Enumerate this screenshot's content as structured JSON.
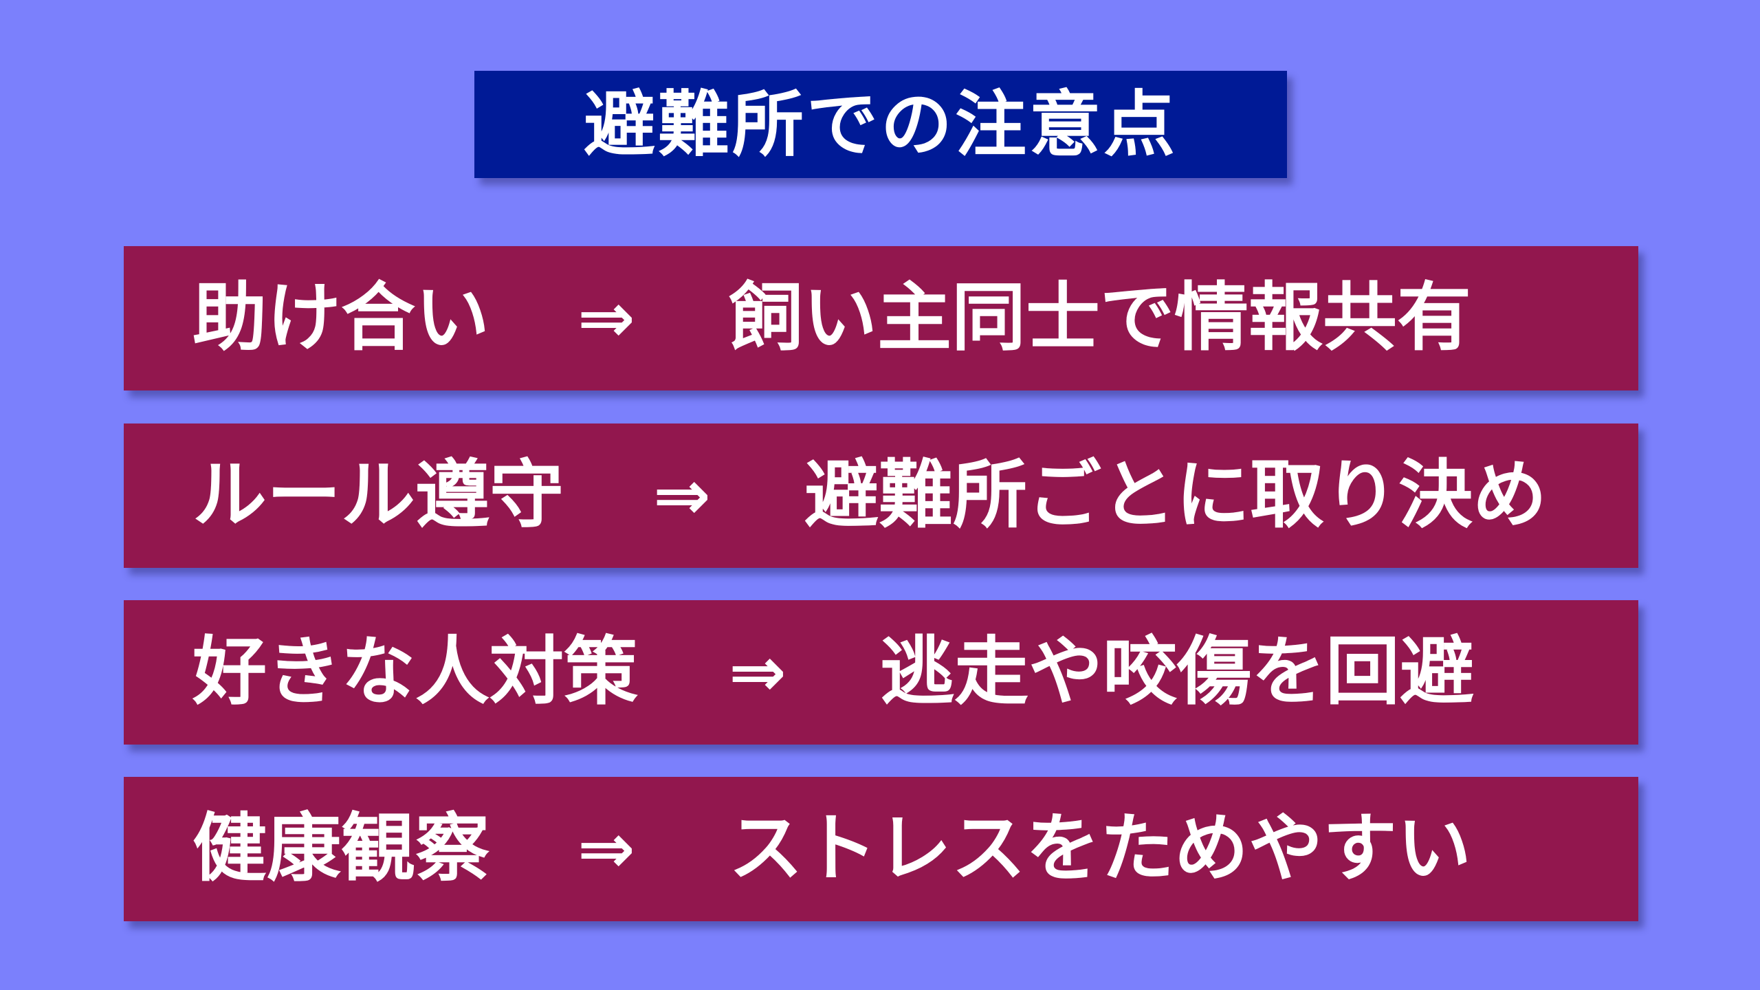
{
  "title": "避難所での注意点",
  "rows": [
    {
      "topic": "助け合い",
      "arrow": "⇒",
      "detail": "飼い主同士で情報共有"
    },
    {
      "topic": "ルール遵守",
      "arrow": "⇒",
      "detail": "避難所ごとに取り決め"
    },
    {
      "topic": "好きな人対策",
      "arrow": "⇒",
      "detail": "逃走や咬傷を回避"
    },
    {
      "topic": "健康観察",
      "arrow": "⇒",
      "detail": "ストレスをためやすい"
    }
  ],
  "colors": {
    "background": "#7b80fc",
    "title_box": "#001a96",
    "row_box": "#92174e",
    "text": "#ffffff"
  }
}
